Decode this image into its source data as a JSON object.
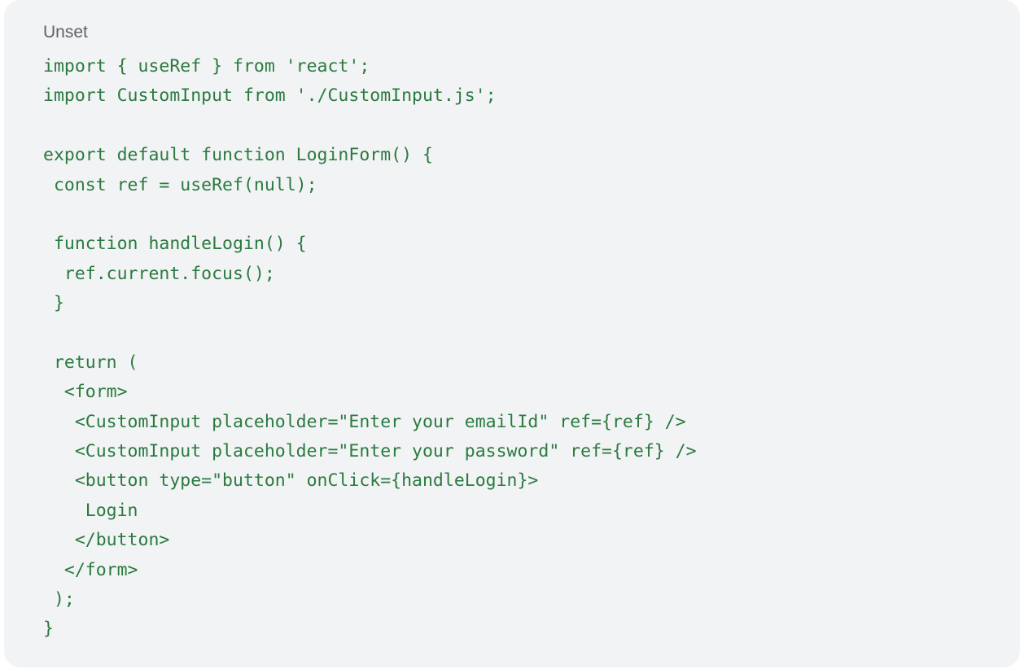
{
  "code_block": {
    "language_label": "Unset",
    "lines": [
      "import { useRef } from 'react';",
      "import CustomInput from './CustomInput.js';",
      "",
      "export default function LoginForm() {",
      " const ref = useRef(null);",
      "",
      " function handleLogin() {",
      "  ref.current.focus();",
      " }",
      "",
      " return (",
      "  <form>",
      "   <CustomInput placeholder=\"Enter your emailId\" ref={ref} />",
      "   <CustomInput placeholder=\"Enter your password\" ref={ref} />",
      "   <button type=\"button\" onClick={handleLogin}>",
      "    Login",
      "   </button>",
      "  </form>",
      " );",
      "}"
    ]
  },
  "colors": {
    "background": "#f1f3f4",
    "code_text": "#2b7a3f",
    "label_text": "#5f6368"
  }
}
